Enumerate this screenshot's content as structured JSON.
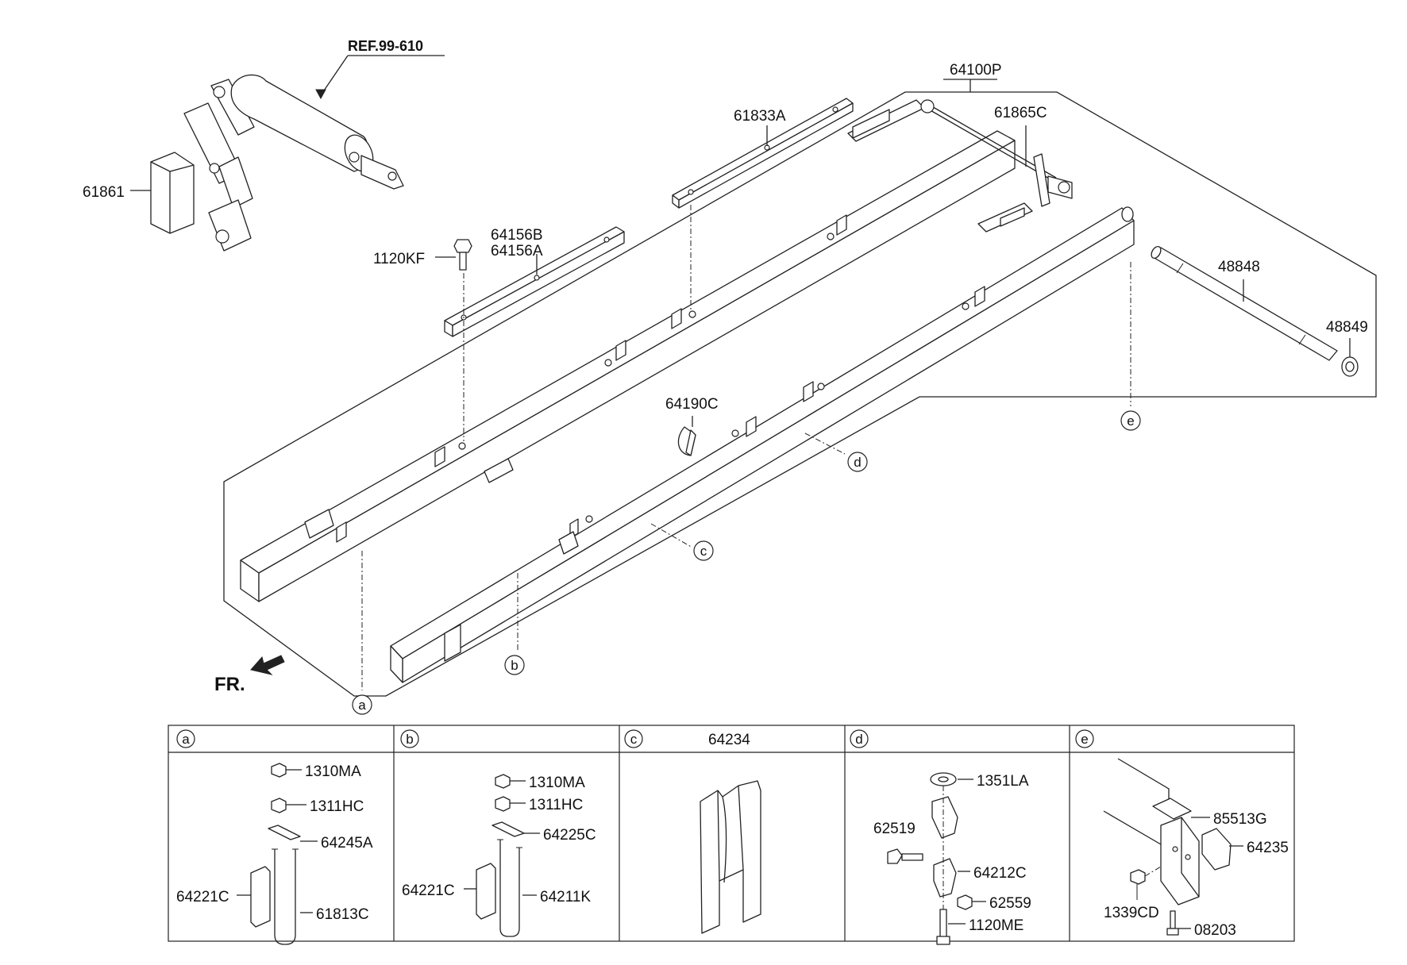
{
  "ref_label": "REF.99-610",
  "front_label": "FR.",
  "callouts": {
    "a": "a",
    "b": "b",
    "c": "c",
    "d": "d",
    "e": "e"
  },
  "main_parts": {
    "p64100P": "64100P",
    "p61833A": "61833A",
    "p61865C": "61865C",
    "p61861": "61861",
    "p64156B": "64156B",
    "p64156A": "64156A",
    "p1120KF": "1120KF",
    "p48848": "48848",
    "p48849": "48849",
    "p64190C": "64190C"
  },
  "detail_a": {
    "tag": "a",
    "parts": [
      "1310MA",
      "1311HC",
      "64245A",
      "64221C",
      "61813C"
    ]
  },
  "detail_b": {
    "tag": "b",
    "parts": [
      "1310MA",
      "1311HC",
      "64225C",
      "64221C",
      "64211K"
    ]
  },
  "detail_c": {
    "tag": "c",
    "title": "64234"
  },
  "detail_d": {
    "tag": "d",
    "parts": [
      "1351LA",
      "62519",
      "64212C",
      "62559",
      "1120ME"
    ]
  },
  "detail_e": {
    "tag": "e",
    "parts": [
      "85513G",
      "64235",
      "1339CD",
      "08203"
    ]
  }
}
